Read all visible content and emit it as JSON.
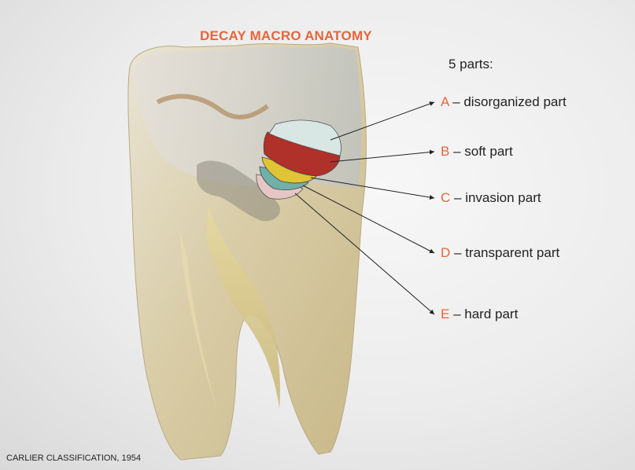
{
  "title": "DECAY MACRO ANATOMY",
  "subtitle": "5 parts:",
  "parts": [
    {
      "letter": "A",
      "label": "– disorganized part",
      "color": "#d8e6e4"
    },
    {
      "letter": "B",
      "label": "– soft part",
      "color": "#b0302a"
    },
    {
      "letter": "C",
      "label": "– invasion part",
      "color": "#e0c436"
    },
    {
      "letter": "D",
      "label": "– transparent part",
      "color": "#6fb0a8"
    },
    {
      "letter": "E",
      "label": "– hard part",
      "color": "#e6c6c4"
    }
  ],
  "credit": "CARLIER CLASSIFICATION, 1954",
  "accent_color": "#e8643a"
}
